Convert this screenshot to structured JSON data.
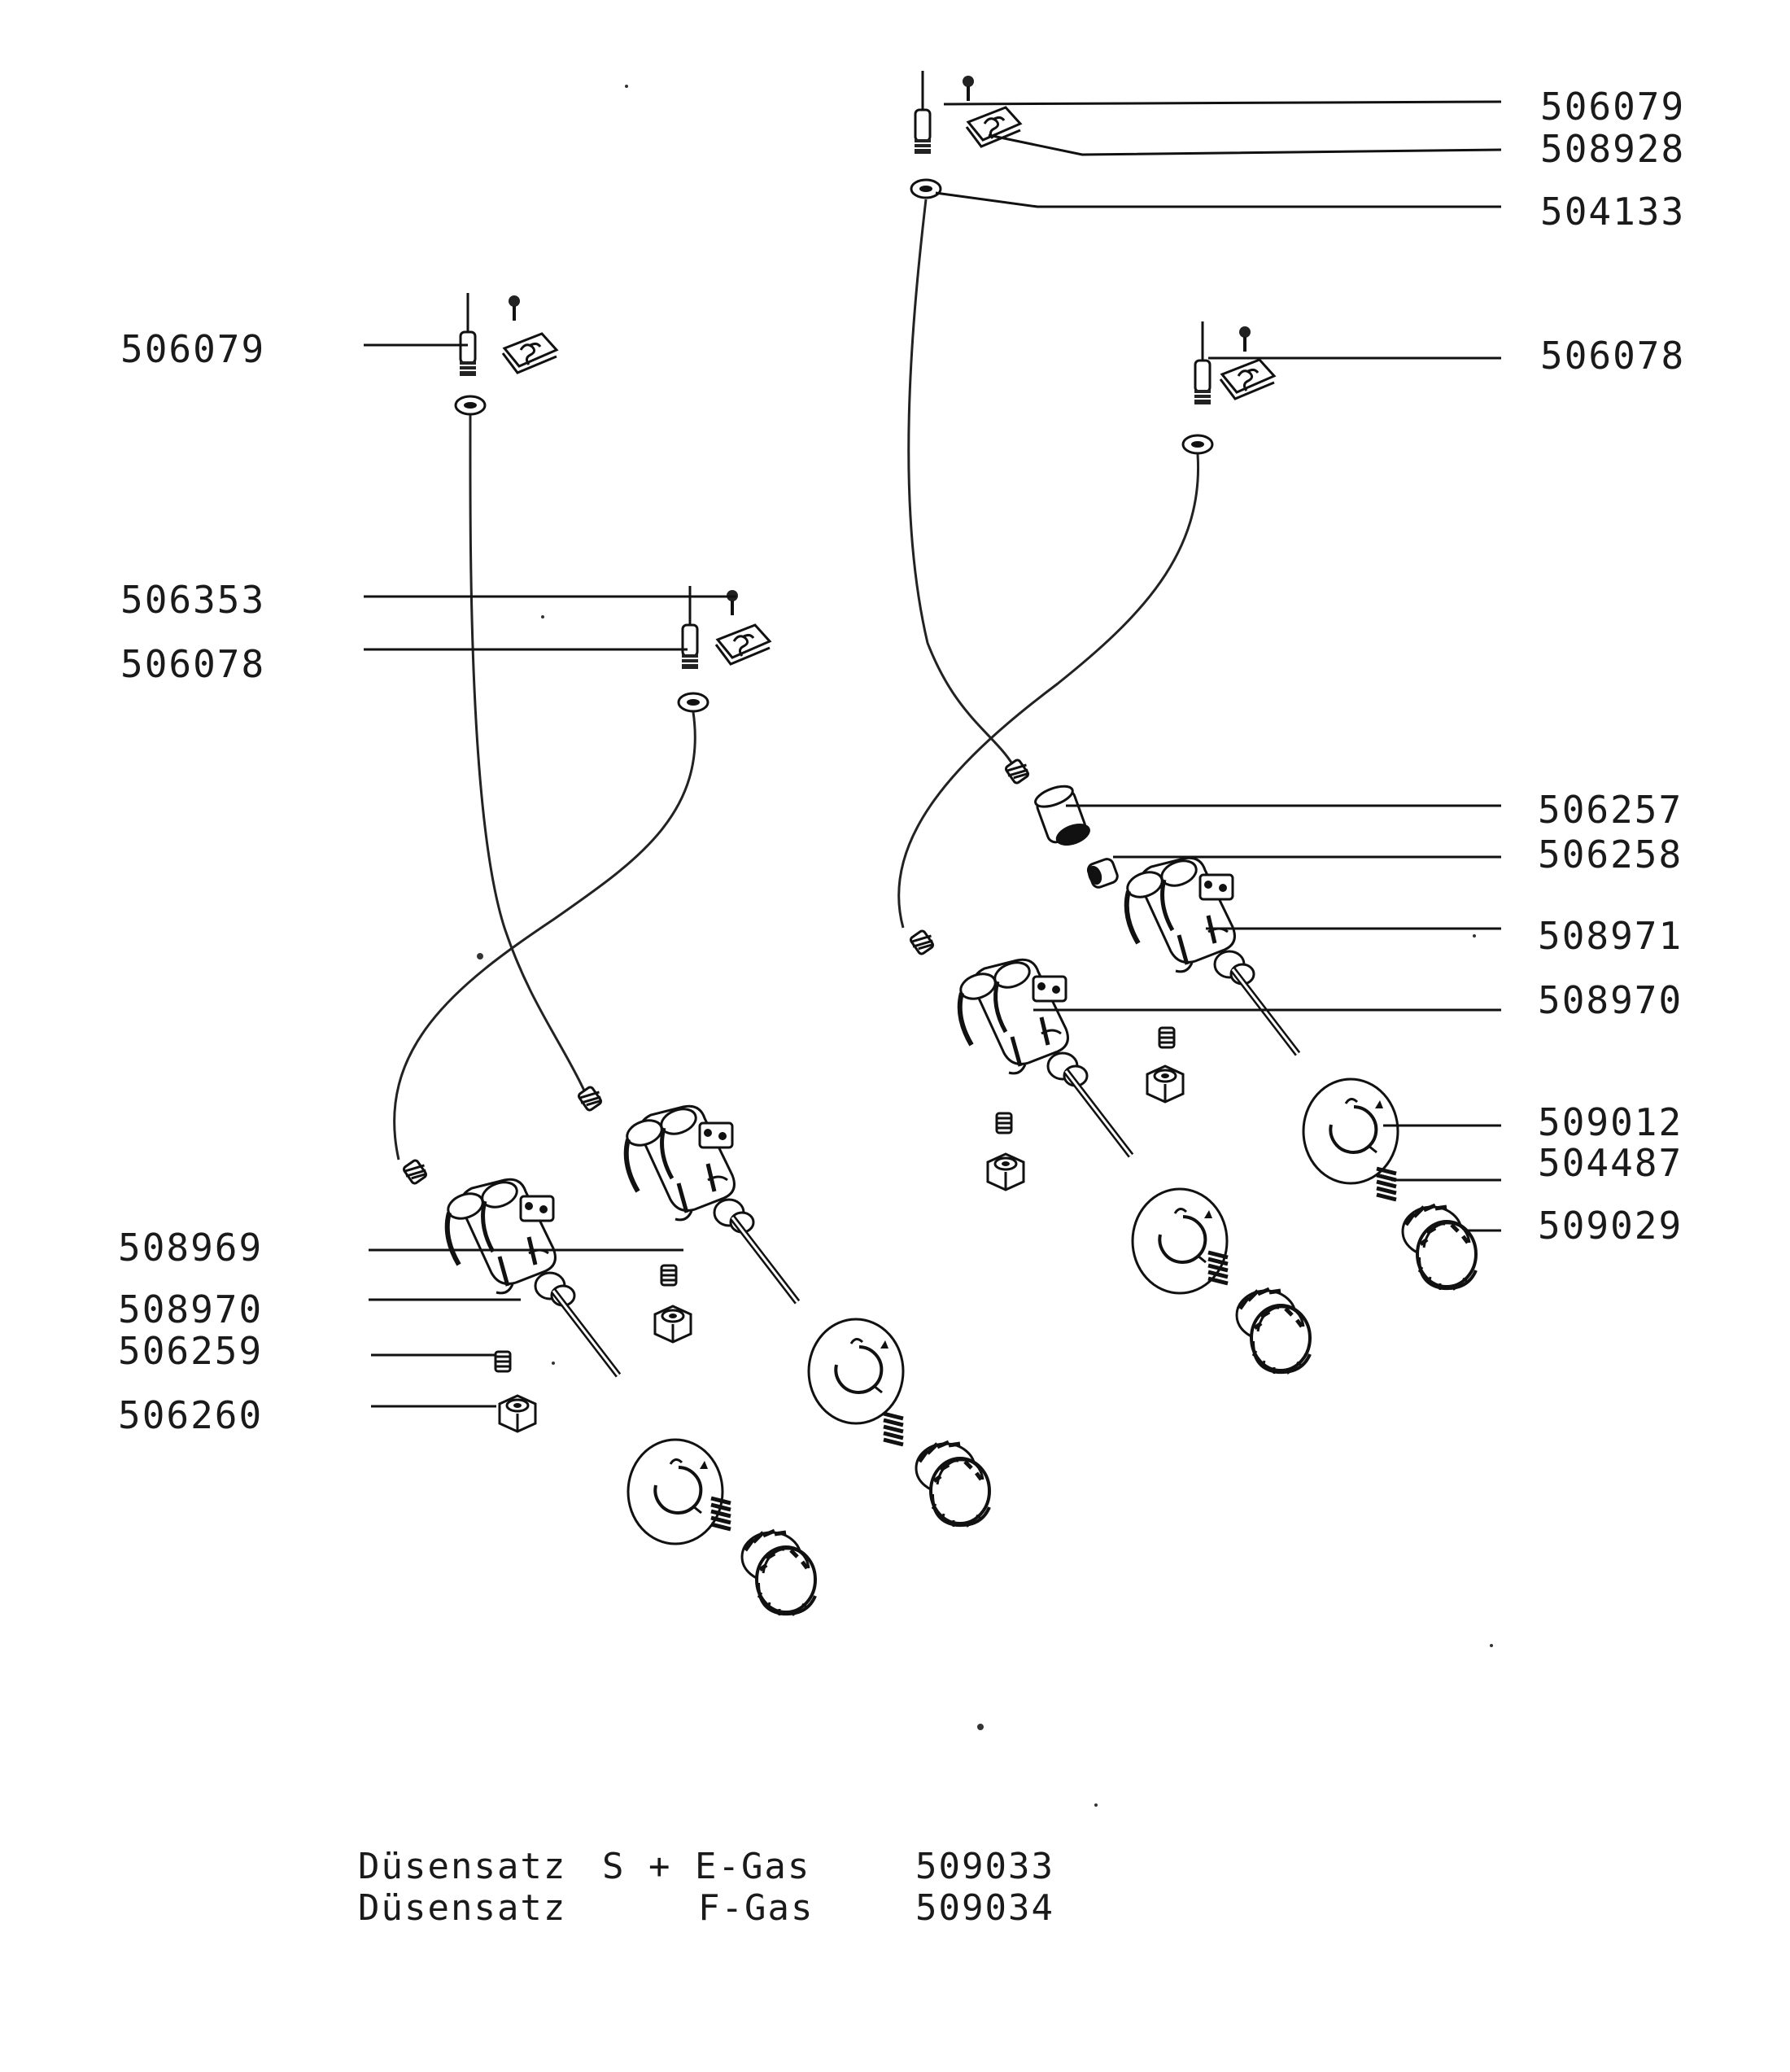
{
  "callouts": {
    "left": {
      "l1": "506079",
      "l2": "506353",
      "l3": "506078",
      "l4": "508969",
      "l5": "508970",
      "l6": "506259",
      "l7": "506260"
    },
    "right": {
      "r1": "506079",
      "r2": "508928",
      "r3": "504133",
      "r4": "506078",
      "r5": "506257",
      "r6": "506258",
      "r7": "508971",
      "r8": "508970",
      "r9": "509012",
      "r10": "504487",
      "r11": "509029"
    }
  },
  "footer": {
    "row1": {
      "name": "Düsensatz",
      "gas": "S + E-Gas",
      "number": "509033"
    },
    "row2": {
      "name": "Düsensatz",
      "gas": "F-Gas",
      "number": "509034"
    }
  }
}
